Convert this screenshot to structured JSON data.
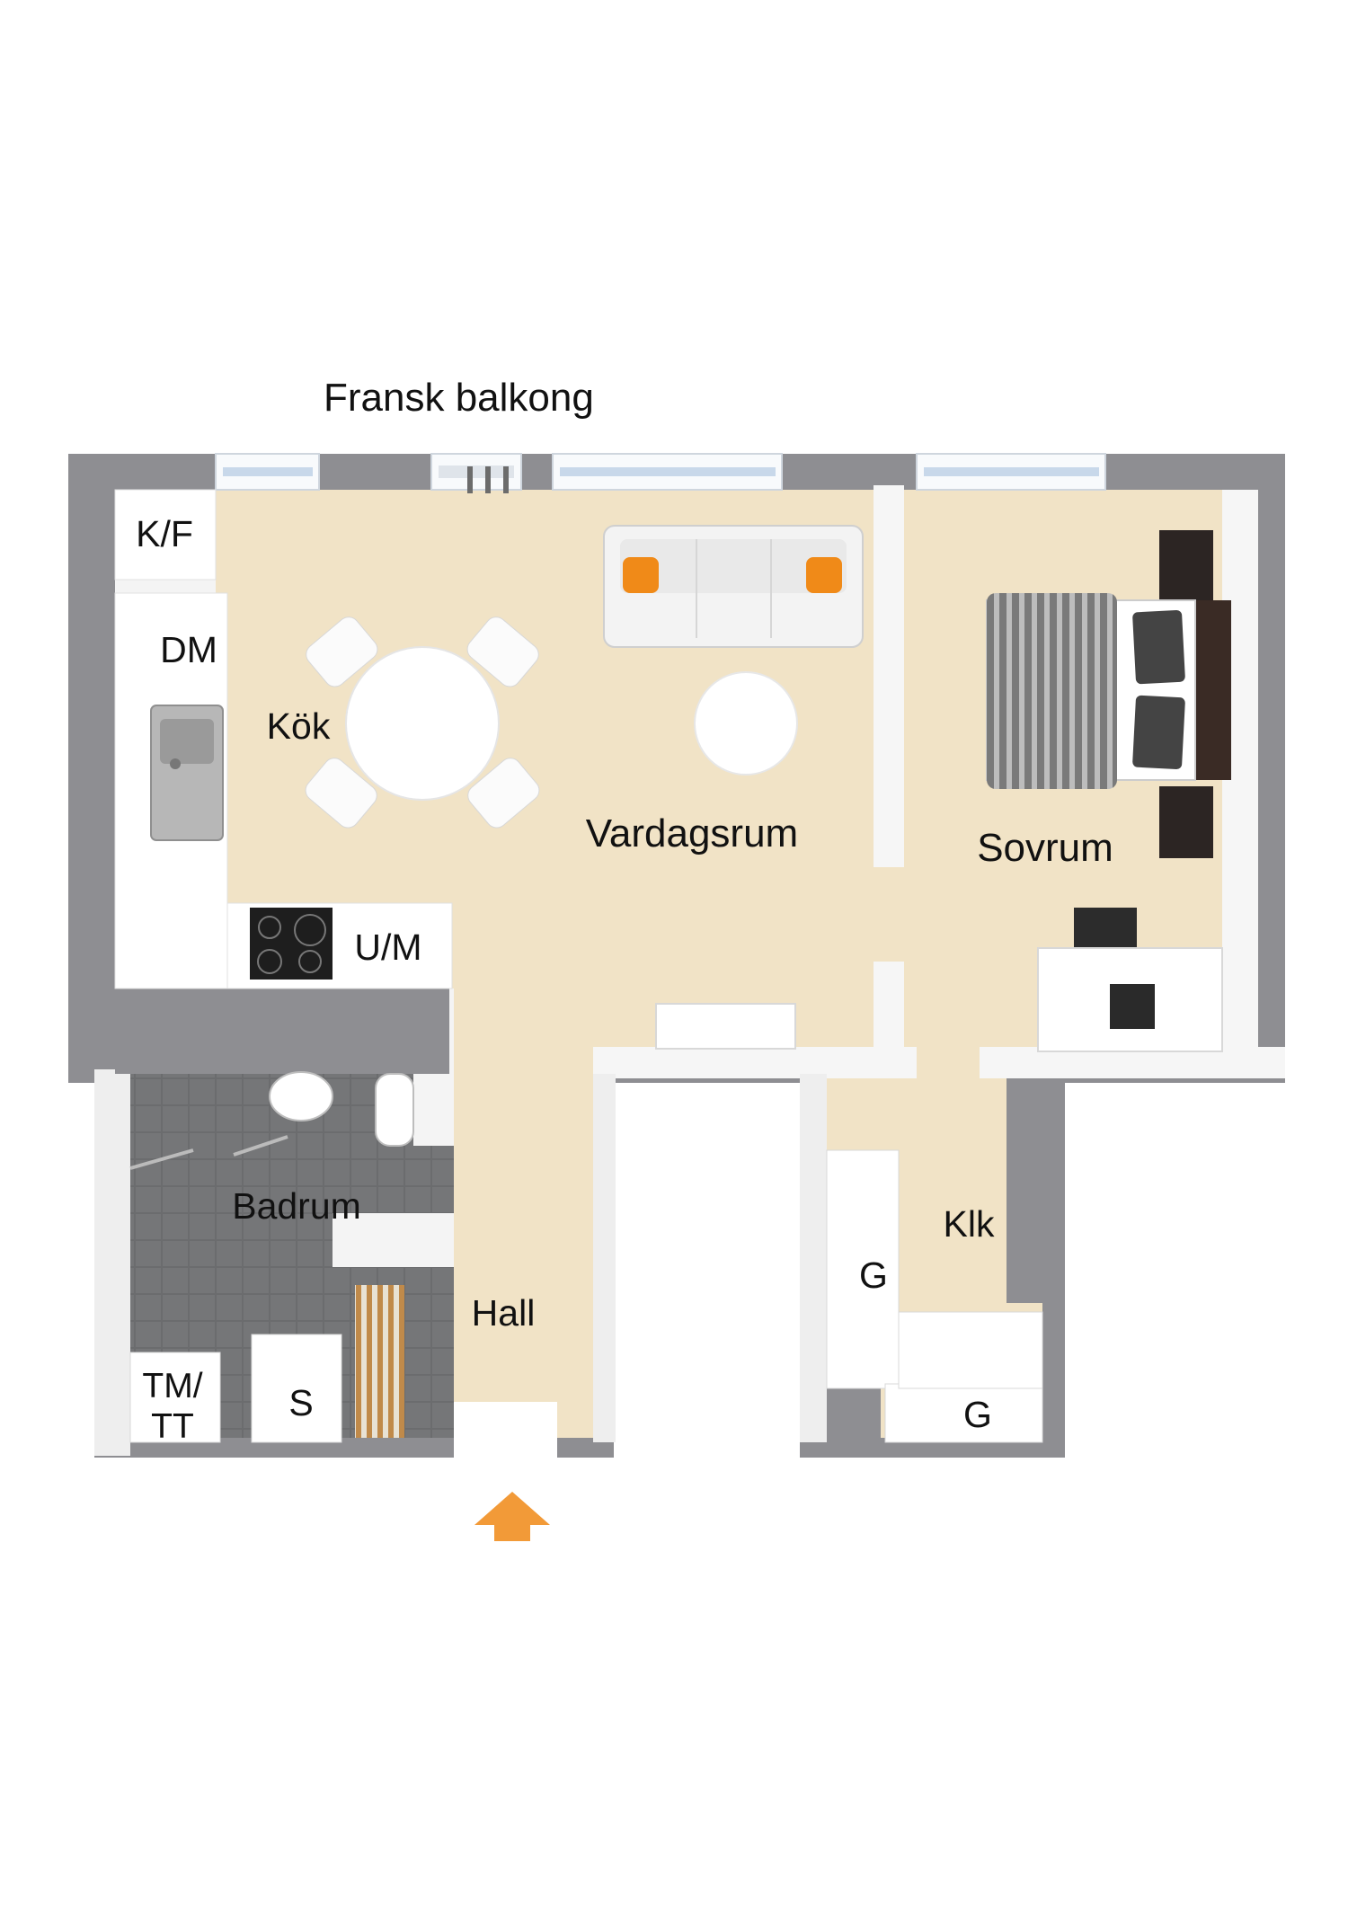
{
  "title": "Fransk balkong",
  "rooms": {
    "kitchen": "Kök",
    "living": "Vardagsrum",
    "bedroom": "Sovrum",
    "bathroom": "Badrum",
    "hall": "Hall",
    "closet": "Klk"
  },
  "fixtures": {
    "fridge_freezer": "K/F",
    "dishwasher": "DM",
    "microwave_oven": "U/M",
    "washer_dryer_line1": "TM/",
    "washer_dryer_line2": "TT",
    "storage": "S",
    "wardrobe_1": "G",
    "wardrobe_2": "G"
  },
  "colors": {
    "wall": "#8e8e92",
    "floor": "#f1e3c6",
    "tile": "#6d6e70",
    "cabinet": "#ffffff",
    "accent_pillow": "#f08a18",
    "entrance_arrow": "#f29a38"
  },
  "icons": {
    "entrance": "entrance-arrow-icon"
  }
}
